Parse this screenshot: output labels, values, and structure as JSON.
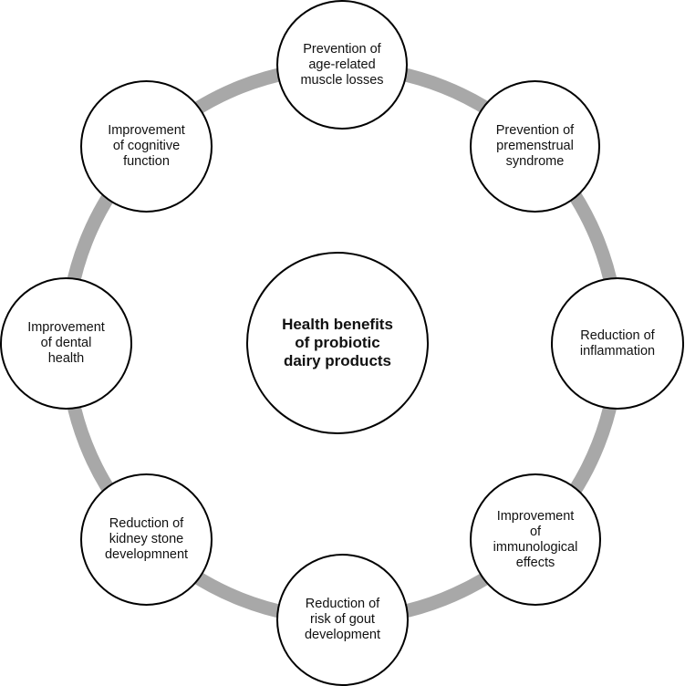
{
  "diagram": {
    "ring_color": "#a8a8a8",
    "circle_border_color": "#000000",
    "center": {
      "label": "Health benefits\nof probiotic\ndairy products"
    },
    "nodes": {
      "muscle": {
        "label": "Prevention of\nage-related\nmuscle losses"
      },
      "premenstrual": {
        "label": "Prevention of\npremenstrual\nsyndrome"
      },
      "inflammation": {
        "label": "Reduction of\ninflammation"
      },
      "immunological": {
        "label": "Improvement\nof\nimmunological\neffects"
      },
      "gout": {
        "label": "Reduction of\nrisk of gout\ndevelopment"
      },
      "kidney": {
        "label": "Reduction of\nkidney stone\ndevelopmnent"
      },
      "dental": {
        "label": "Improvement\nof dental\nhealth"
      },
      "cognitive": {
        "label": "Improvement\nof cognitive\nfunction"
      }
    }
  }
}
